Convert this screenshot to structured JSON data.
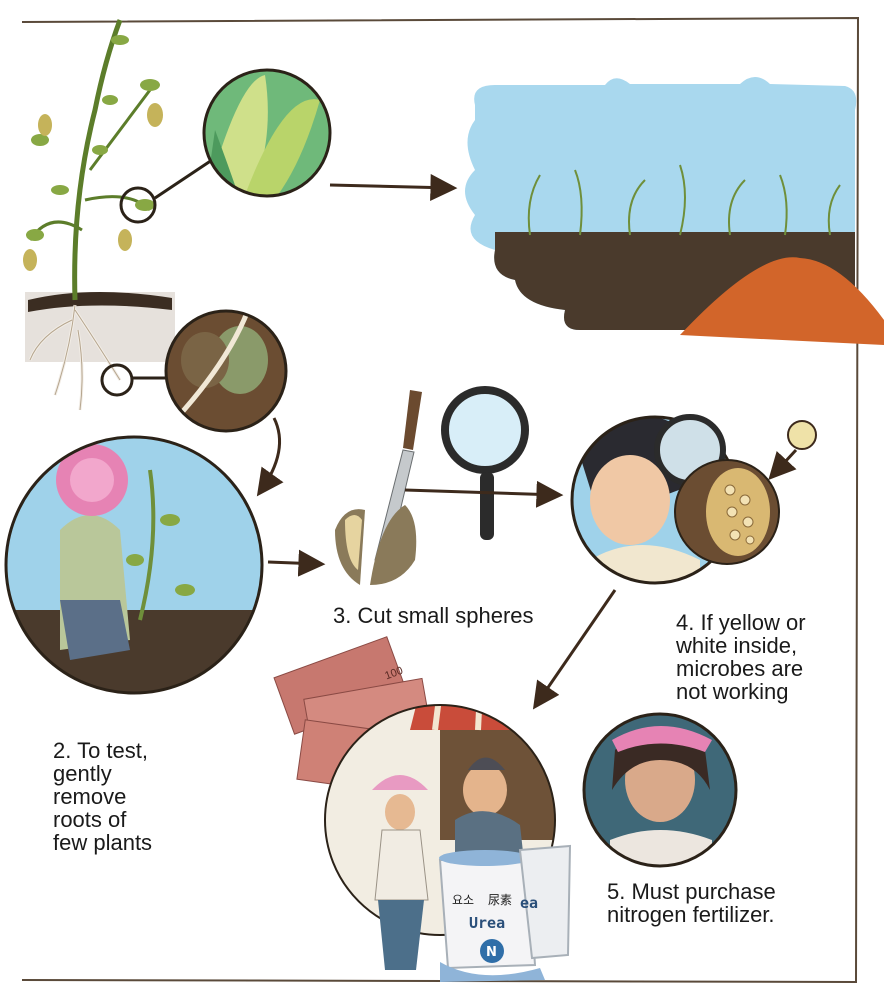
{
  "captions": {
    "step2": "2. To test,\ngently\nremove\nroots of\nfew plants",
    "step3": "3. Cut small spheres",
    "step4": "4. If yellow or\nwhite inside,\nmicrobes are\nnot working",
    "step5": "5. Must purchase\nnitrogen fertilizer."
  },
  "sack": {
    "korean": "요소",
    "chinese": "尿素",
    "product": "Urea",
    "logo_letter": "N",
    "partial": "ea"
  },
  "banknote": {
    "denomination": "100"
  },
  "colors": {
    "frame": "#5a4a3a",
    "arrow": "#3d2a1c",
    "sky": "#a9d8ee",
    "soil": "#4a3a2c",
    "plant_green": "#6f8f3a",
    "fertilizer": "#d2652a",
    "nodule": "#6b4d32",
    "banknote": "#c7786f"
  }
}
